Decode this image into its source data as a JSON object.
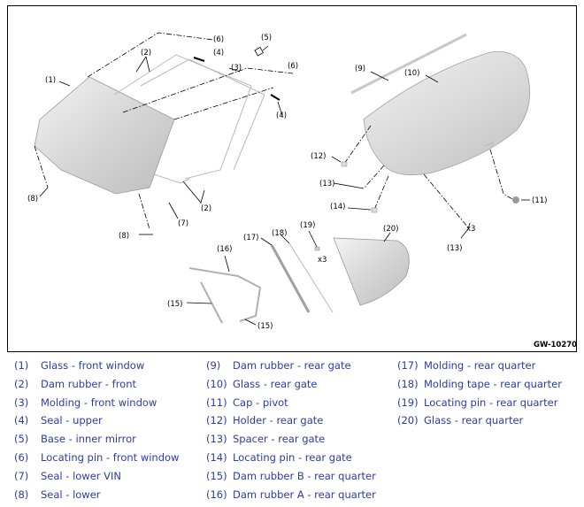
{
  "diagram": {
    "reference_code": "GW-10270",
    "callouts": {
      "c1": "(1)",
      "c2a": "(2)",
      "c2b": "(2)",
      "c3": "(3)",
      "c4a": "(4)",
      "c4b": "(4)",
      "c5": "(5)",
      "c6a": "(6)",
      "c6b": "(6)",
      "c7": "(7)",
      "c8a": "(8)",
      "c8b": "(8)",
      "c9": "(9)",
      "c10": "(10)",
      "c11": "(11)",
      "c12": "(12)",
      "c13a": "(13)",
      "c13b": "(13)",
      "c14": "(14)",
      "c15a": "(15)",
      "c15b": "(15)",
      "c16": "(16)",
      "c17": "(17)",
      "c18": "(18)",
      "c19": "(19)",
      "c20": "(20)",
      "x3a": "x3",
      "x3b": "x3"
    }
  },
  "legend": {
    "col1": [
      {
        "num": "(1)",
        "label": "Glass - front window"
      },
      {
        "num": "(2)",
        "label": "Dam rubber - front"
      },
      {
        "num": "(3)",
        "label": "Molding - front window"
      },
      {
        "num": "(4)",
        "label": "Seal - upper"
      },
      {
        "num": "(5)",
        "label": "Base - inner mirror"
      },
      {
        "num": "(6)",
        "label": "Locating pin - front window"
      },
      {
        "num": "(7)",
        "label": "Seal - lower VIN"
      },
      {
        "num": "(8)",
        "label": "Seal - lower"
      }
    ],
    "col2": [
      {
        "num": "(9)",
        "label": "Dam rubber - rear gate"
      },
      {
        "num": "(10)",
        "label": "Glass - rear gate"
      },
      {
        "num": "(11)",
        "label": "Cap - pivot"
      },
      {
        "num": "(12)",
        "label": "Holder - rear gate"
      },
      {
        "num": "(13)",
        "label": "Spacer - rear gate"
      },
      {
        "num": "(14)",
        "label": "Locating pin - rear gate"
      },
      {
        "num": "(15)",
        "label": "Dam rubber B - rear quarter"
      },
      {
        "num": "(16)",
        "label": "Dam rubber A - rear quarter"
      }
    ],
    "col3": [
      {
        "num": "(17)",
        "label": "Molding - rear quarter"
      },
      {
        "num": "(18)",
        "label": "Molding tape - rear quarter"
      },
      {
        "num": "(19)",
        "label": "Locating pin - rear quarter"
      },
      {
        "num": "(20)",
        "label": "Glass - rear quarter"
      }
    ]
  }
}
